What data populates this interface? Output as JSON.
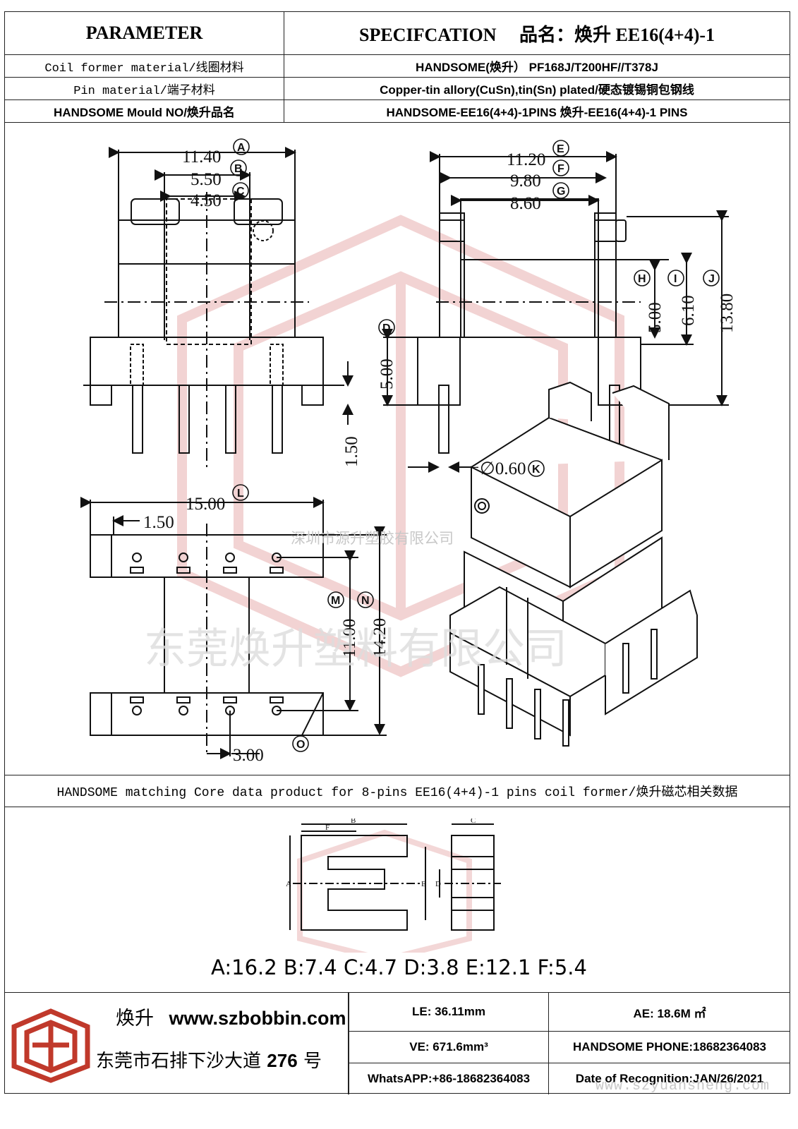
{
  "header": {
    "param_label": "PARAMETER",
    "spec_label": "SPECIFCATION",
    "product_name": "品名：焕升 EE16(4+4)-1"
  },
  "rows": [
    {
      "label": "Coil former material/线圈材料",
      "value": "HANDSOME(焕升）  PF168J/T200HF//T378J"
    },
    {
      "label": "Pin material/端子材料",
      "value": "Copper-tin allory(CuSn),tin(Sn) plated/硬态镀锡铜包钢线"
    },
    {
      "label": "HANDSOME Mould NO/焕升品名",
      "value": "HANDSOME-EE16(4+4)-1PINS    焕升-EE16(4+4)-1 PINS"
    }
  ],
  "dimensions": {
    "A": "11.40",
    "B": "5.50",
    "C": "4.50",
    "E": "11.20",
    "F": "9.80",
    "G": "8.60",
    "H": "5.00",
    "I": "6.10",
    "J": "13.80",
    "D": "5.00",
    "pin_len": "1.50",
    "K": "∅0.60",
    "L": "15.00",
    "L2": "1.50",
    "M": "11.00",
    "N": "14.20",
    "O": "3.00"
  },
  "watermarks": {
    "company_small": "深圳市源升塑胶有限公司",
    "company_large": "东莞焕升塑料有限公司"
  },
  "core": {
    "title": "HANDSOME matching Core data  product for 8-pins EE16(4+4)-1 pins coil former/焕升磁芯相关数据",
    "labels": {
      "A": "A",
      "B": "B",
      "C": "C",
      "D": "D",
      "E": "E",
      "F": "F"
    },
    "dims": "A:16.2 B:7.4 C:4.7 D:3.8 E:12.1 F:5.4"
  },
  "footer": {
    "brand_cn": "焕升",
    "url": "www.szbobbin.com",
    "address_cn": "东莞市石排下沙大道",
    "address_num": "276",
    "address_suffix": "号",
    "le": "LE:    36.11mm",
    "ae": "AE:    18.6M ㎡",
    "ve": "VE:    671.6mm³",
    "phone": "HANDSOME PHONE:18682364083",
    "whatsapp": "WhatsAPP:+86-18682364083",
    "date": "Date of Recognition:JAN/26/2021",
    "watermark_url": "www.szyuansheng.com"
  },
  "colors": {
    "accent": "#c0392b",
    "line": "#222222",
    "watermark": "#e3a3a3"
  }
}
